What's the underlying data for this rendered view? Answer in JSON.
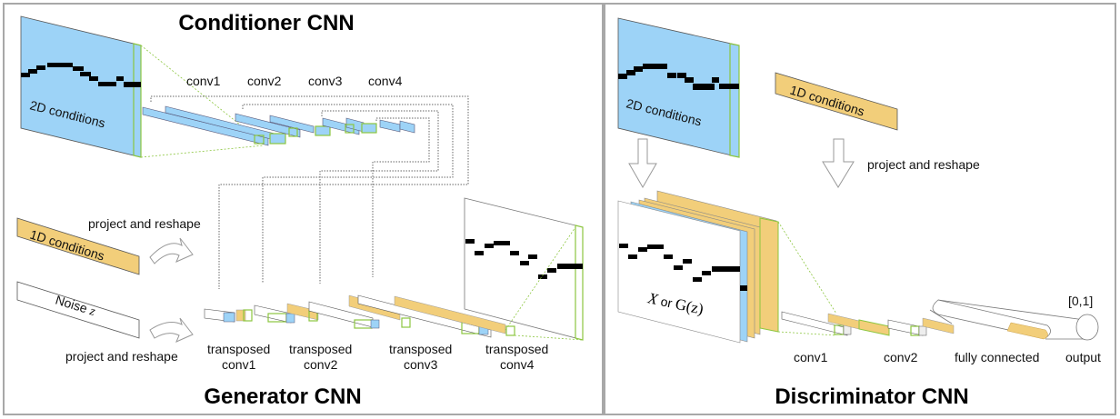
{
  "colors": {
    "blue": "#9dd3f7",
    "orange": "#f2ce7a",
    "green": "#8cc63f",
    "frame": "#a8a8a8",
    "note": "#000000"
  },
  "panels": {
    "left": {
      "conditioner_title": "Conditioner CNN",
      "generator_title": "Generator CNN",
      "input_2d_label": "2D conditions",
      "conv_labels": [
        "conv1",
        "conv2",
        "conv3",
        "conv4"
      ],
      "input_1d_label": "1D conditions",
      "noise_label": "Noise ",
      "noise_var": "z",
      "project_top": "project and reshape",
      "project_bottom": "project and reshape",
      "tconv_labels": [
        {
          "line1": "transposed",
          "line2": "conv1"
        },
        {
          "line1": "transposed",
          "line2": "conv2"
        },
        {
          "line1": "transposed",
          "line2": "conv3"
        },
        {
          "line1": "transposed",
          "line2": "conv4"
        }
      ]
    },
    "right": {
      "discriminator_title": "Discriminator CNN",
      "input_2d_label": "2D conditions",
      "input_1d_label": "1D conditions",
      "project_label": "project and reshape",
      "xg_label_x": "X",
      "xg_label_or": " or ",
      "xg_label_g": "G(z)",
      "layer_labels": [
        "conv1",
        "conv2",
        "fully connected",
        "output"
      ],
      "output_range": "[0,1]"
    }
  }
}
